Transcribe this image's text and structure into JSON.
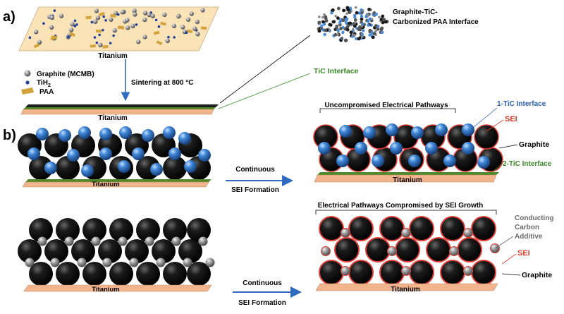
{
  "panel_a": {
    "label": "a)",
    "top_plate_label": "Titanium",
    "legend": {
      "graphite": "Graphite (MCMB)",
      "tih2_base": "TiH",
      "tih2_sub": "2",
      "paa": "PAA"
    },
    "sintering_label": "Sintering at 800 °C",
    "bottom_plate_label": "Titanium",
    "interface_title_line1": "Graphite-TiC-",
    "interface_title_line2": "Carbonized PAA Interface",
    "tic_interface_label": "TiC Interface"
  },
  "panel_b": {
    "label": "b)",
    "top_left_substrate": "Titanium",
    "top_arrow_line1": "Continuous",
    "top_arrow_line2": "SEI Formation",
    "top_right_substrate": "Titanium",
    "top_right_title": "Uncompromised Electrical Pathways",
    "label_1tic": "1-TiC Interface",
    "label_sei_top": "SEI",
    "label_graphite_top": "Graphite",
    "label_2tic": "2-TiC Interface",
    "bottom_left_substrate": "Titanium",
    "bottom_arrow_line1": "Continuous",
    "bottom_arrow_line2": "SEI Formation",
    "bottom_right_substrate": "Titanium",
    "bottom_right_title": "Electrical Pathways Compromised by SEI Growth",
    "label_cca_line1": "Conducting",
    "label_cca_line2": "Carbon",
    "label_cca_line3": "Additive",
    "label_sei_bottom": "SEI",
    "label_graphite_bottom": "Graphite"
  },
  "colors": {
    "graphite_particle": "#111111",
    "tih2_particle": "#3a78c4",
    "carbon_additive": "#9a9a9a",
    "paa": "#d4a23c",
    "titanium_plate": "#f2b48c",
    "titanium_sheet": "#fbe3b8",
    "tic_layer": "#4f8a2a",
    "sei_outline": "#e0403a",
    "label_blue": "#2b5fb4",
    "label_red": "#e03a2a",
    "label_green": "#3b8a2a",
    "label_gray": "#6b6b6b",
    "arrow_blue": "#2f6cc0"
  }
}
